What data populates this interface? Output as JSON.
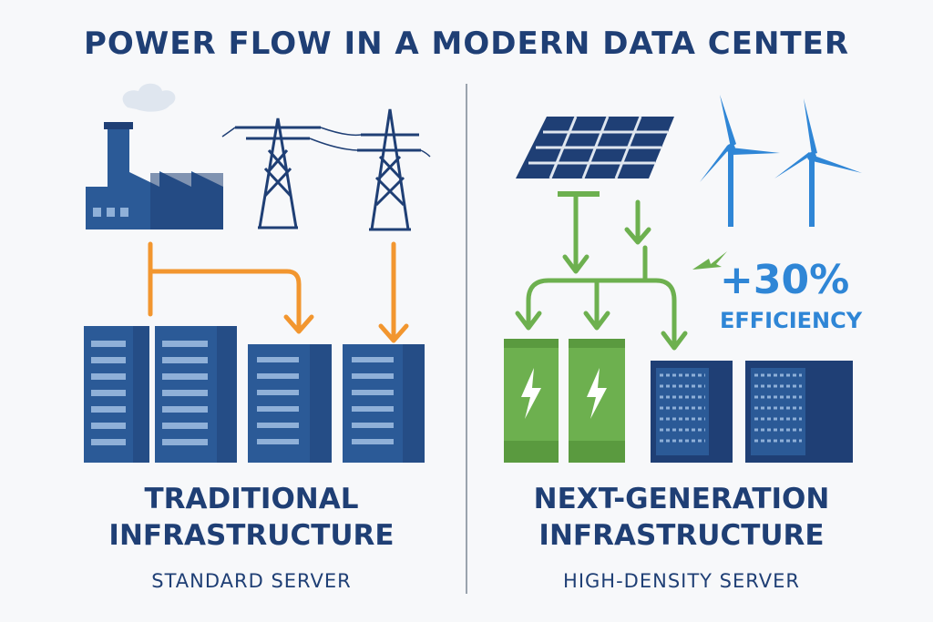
{
  "title": "POWER FLOW IN A MODERN DATA CENTER",
  "traditional": {
    "heading_line1": "TRADITIONAL",
    "heading_line2": "INFRASTRUCTURE",
    "server_label": "STANDARD SERVER"
  },
  "next_generation": {
    "heading_line1": "NEXT-GENERATION",
    "heading_line2": "INFRASTRUCTURE",
    "server_label": "HIGH-DENSITY SERVER",
    "efficiency_value": "+30%",
    "efficiency_label": "EFFICIENCY"
  },
  "icons": [
    "factory-icon",
    "transmission-tower-icon",
    "server-rack-icon",
    "solar-panel-icon",
    "wind-turbine-icon",
    "battery-icon",
    "lightning-bolt-icon",
    "trend-up-arrow-icon"
  ],
  "colors": {
    "navy": "#1f3f75",
    "server_blue": "#2b5a97",
    "orange_flow": "#f2962f",
    "green_flow": "#6db04f",
    "accent_blue": "#2f86d6"
  }
}
